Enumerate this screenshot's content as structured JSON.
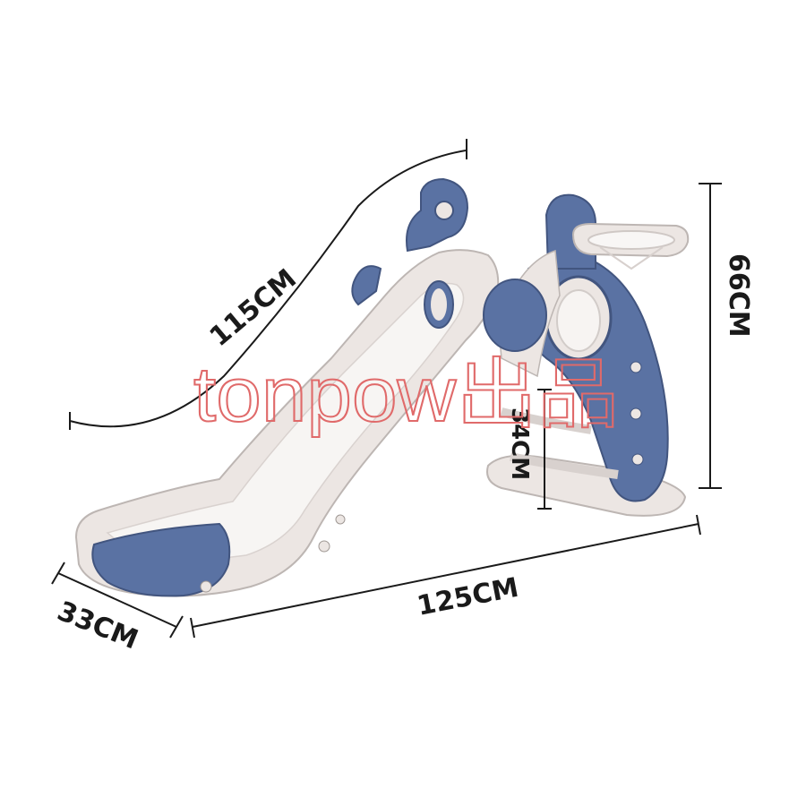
{
  "dimensions": {
    "slide_length": "115CM",
    "height": "66CM",
    "platform_height": "34CM",
    "width": "33CM",
    "total_length": "125CM"
  },
  "watermark": "tonpow出品",
  "colors": {
    "body": "#ece6e3",
    "accent": "#5a72a3",
    "accent_dark": "#42557f",
    "outline": "#2a2a2a",
    "watermark": "#e06a6a"
  }
}
